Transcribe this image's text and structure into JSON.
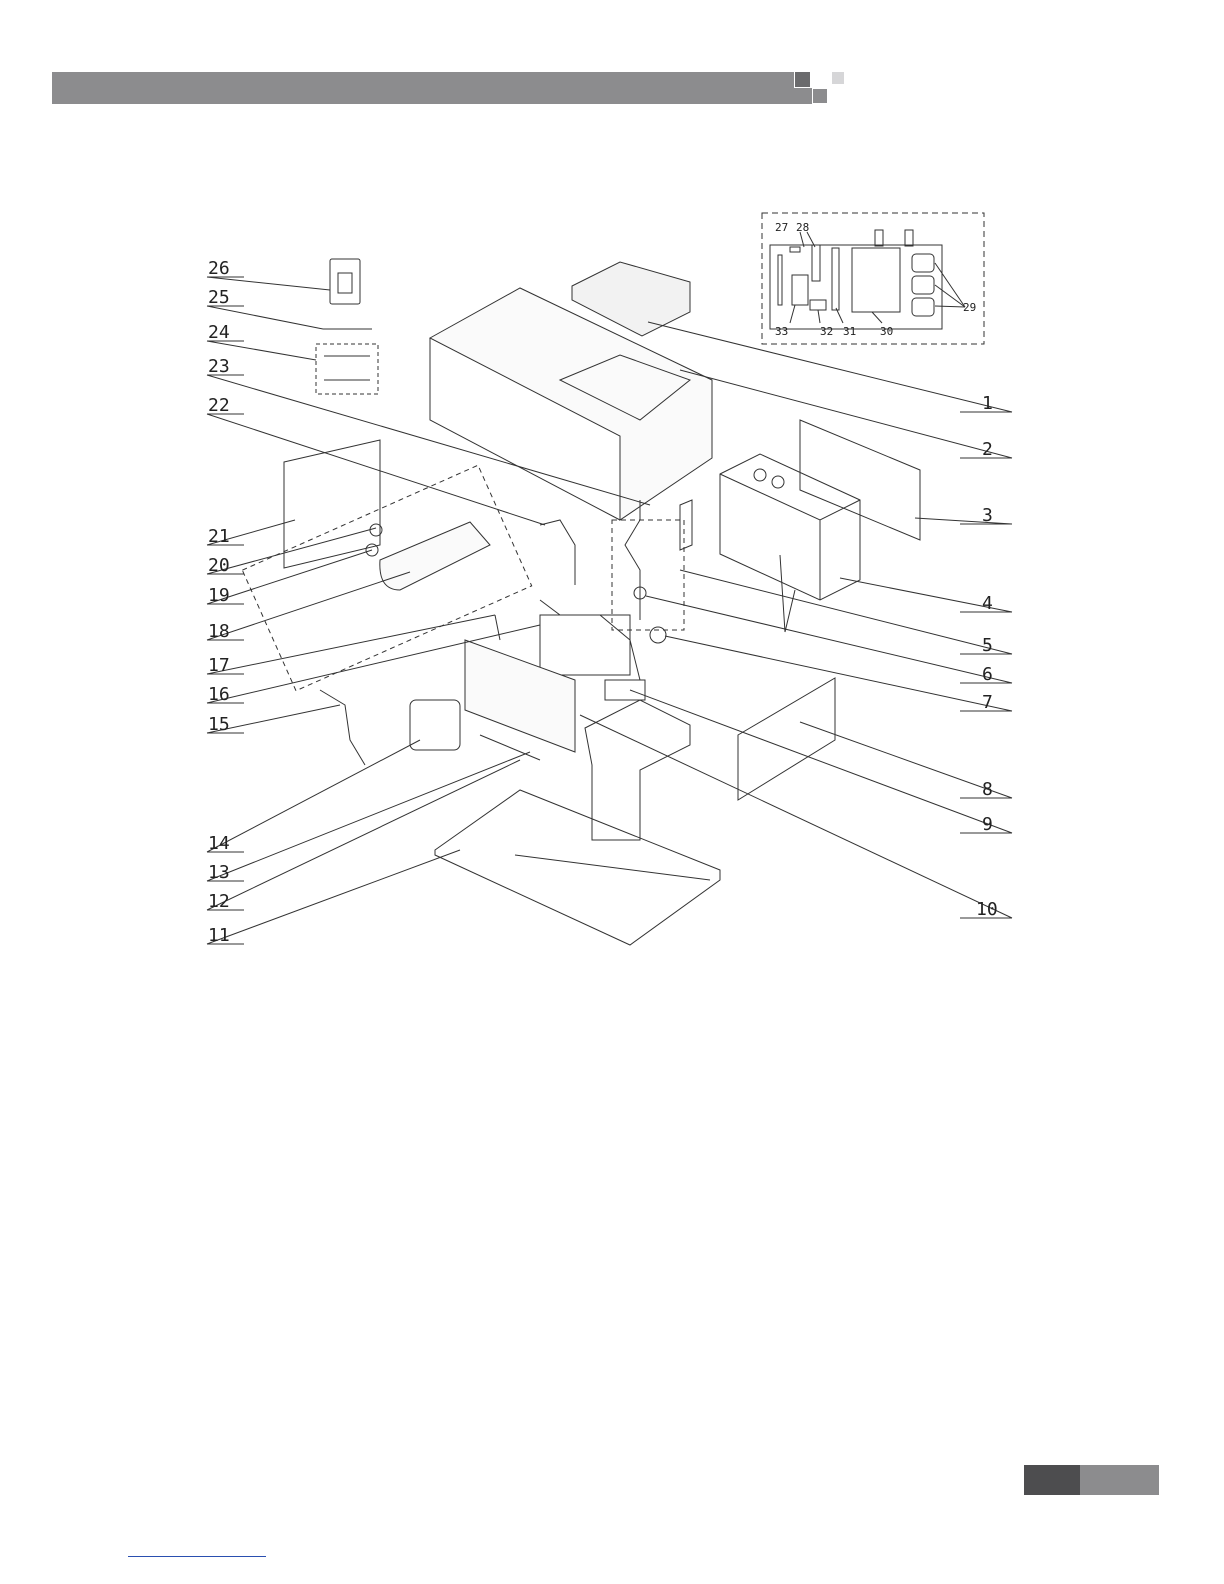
{
  "callouts": {
    "c1": "1",
    "c2": "2",
    "c3": "3",
    "c4": "4",
    "c5": "5",
    "c6": "6",
    "c7": "7",
    "c8": "8",
    "c9": "9",
    "c10": "10",
    "c11": "11",
    "c12": "12",
    "c13": "13",
    "c14": "14",
    "c15": "15",
    "c16": "16",
    "c17": "17",
    "c18": "18",
    "c19": "19",
    "c20": "20",
    "c21": "21",
    "c22": "22",
    "c23": "23",
    "c24": "24",
    "c25": "25",
    "c26": "26",
    "c27": "27",
    "c28": "28",
    "c29": "29",
    "c30": "30",
    "c31": "31",
    "c32": "32",
    "c33": "33"
  },
  "colors": {
    "header": "#8c8c8e",
    "header_dark": "#6b6b6d",
    "header_light": "#d6d6d8",
    "footer_dark": "#4d4d4f",
    "footer_light": "#8c8c8e",
    "line": "#333333",
    "cover_fill": "#f2f2f2"
  }
}
